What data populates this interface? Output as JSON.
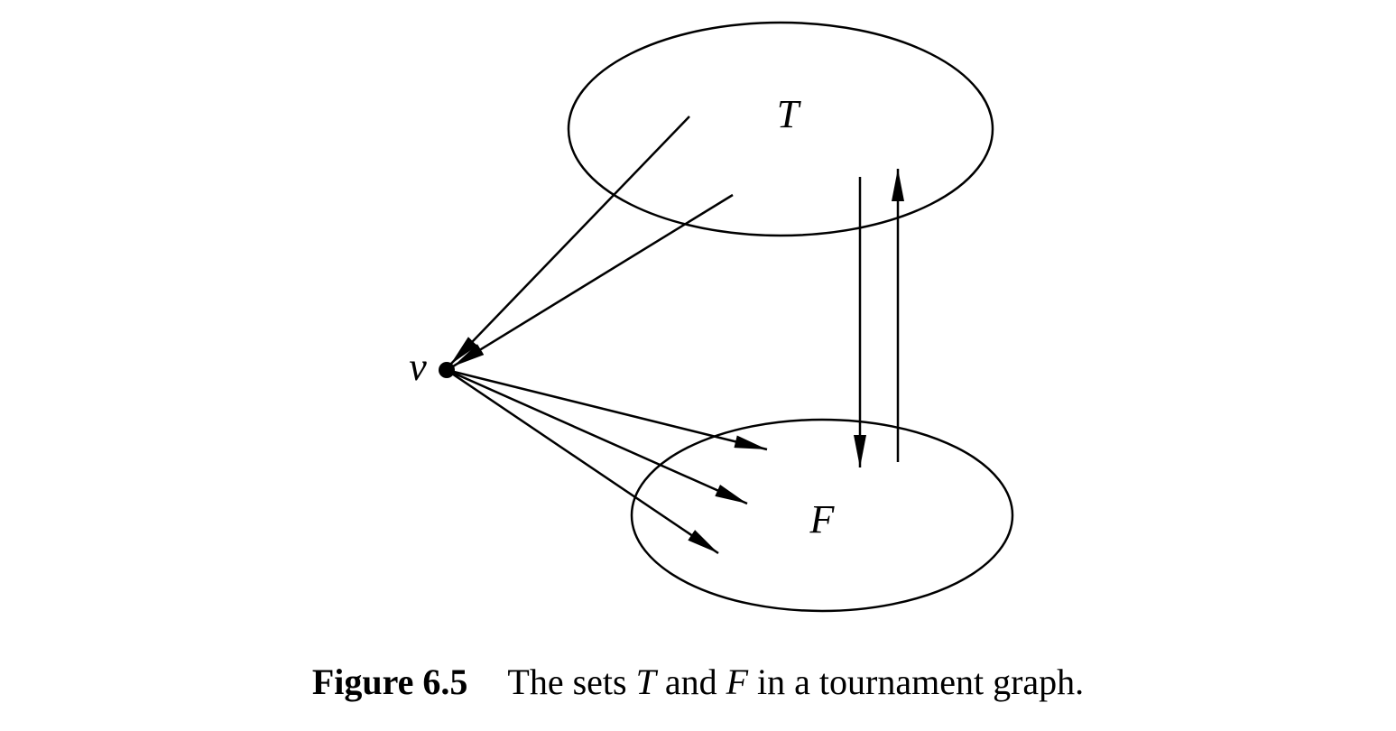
{
  "diagram": {
    "sets": [
      {
        "id": "T",
        "label": "T"
      },
      {
        "id": "F",
        "label": "F"
      }
    ],
    "vertex": {
      "id": "v",
      "label": "v"
    },
    "edges": [
      {
        "from": "T",
        "to": "v",
        "count": 2
      },
      {
        "from": "v",
        "to": "F",
        "count": 3
      },
      {
        "from": "T",
        "to": "F",
        "count": 1
      },
      {
        "from": "F",
        "to": "T",
        "count": 1
      }
    ]
  },
  "caption": {
    "figure_number": "Figure 6.5",
    "text_1": "The sets",
    "var_1": "T",
    "text_2": "and",
    "var_2": "F",
    "text_3": "in a tournament graph."
  }
}
